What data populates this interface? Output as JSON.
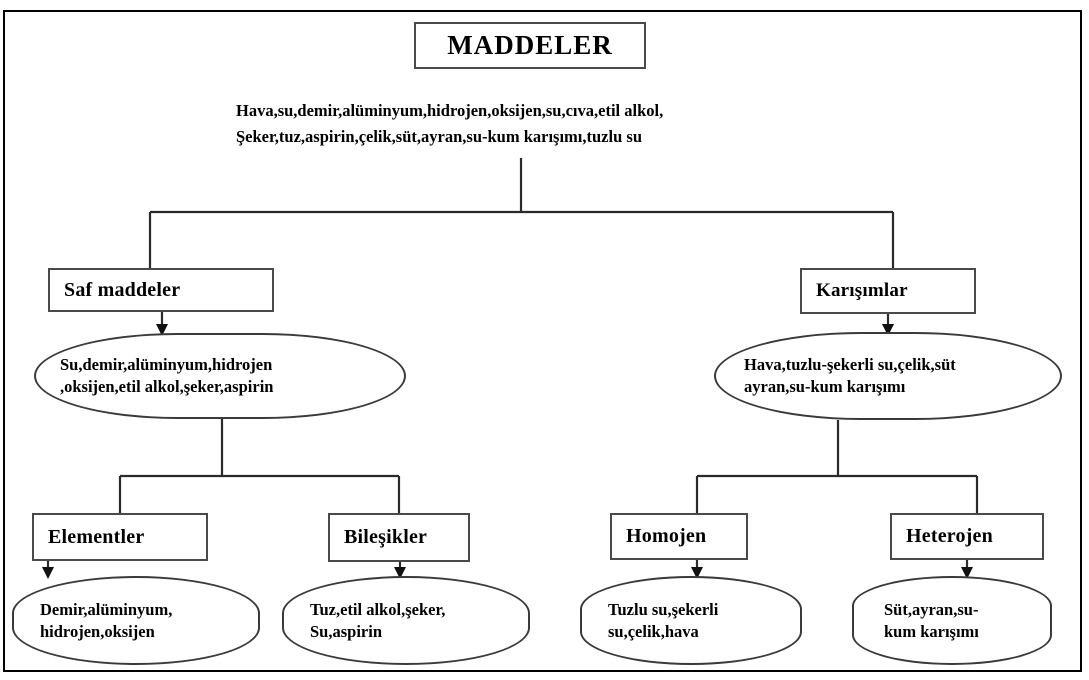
{
  "diagram": {
    "title": "MADDELER",
    "root_text_line1": "Hava,su,demir,alüminyum,hidrojen,oksijen,su,cıva,etil alkol,",
    "root_text_line2": "Şeker,tuz,aspirin,çelik,süt,ayran,su-kum karışımı,tuzlu su",
    "branches": [
      {
        "id": "saf-maddeler",
        "label": "Saf maddeler",
        "examples_line1": "Su,demir,alüminyum,hidrojen",
        "examples_line2": ",oksijen,etil alkol,şeker,aspirin",
        "children": [
          {
            "id": "elementler",
            "label": "Elementler",
            "examples_line1": "Demir,alüminyum,",
            "examples_line2": "hidrojen,oksijen"
          },
          {
            "id": "bilesikler",
            "label": "Bileşikler",
            "examples_line1": "Tuz,etil alkol,şeker,",
            "examples_line2": "Su,aspirin"
          }
        ]
      },
      {
        "id": "karisimlar",
        "label": "Karışımlar",
        "examples_line1": "Hava,tuzlu-şekerli su,çelik,süt",
        "examples_line2": "ayran,su-kum karışımı",
        "children": [
          {
            "id": "homojen",
            "label": "Homojen",
            "examples_line1": "Tuzlu su,şekerli",
            "examples_line2": "su,çelik,hava"
          },
          {
            "id": "heterojen",
            "label": "Heterojen",
            "examples_line1": "Süt,ayran,su-",
            "examples_line2": "kum karışımı"
          }
        ]
      }
    ],
    "colors": {
      "line": "#2a2a2a",
      "box_border": "#4a4a4a",
      "text": "#000000",
      "background": "#ffffff"
    }
  }
}
